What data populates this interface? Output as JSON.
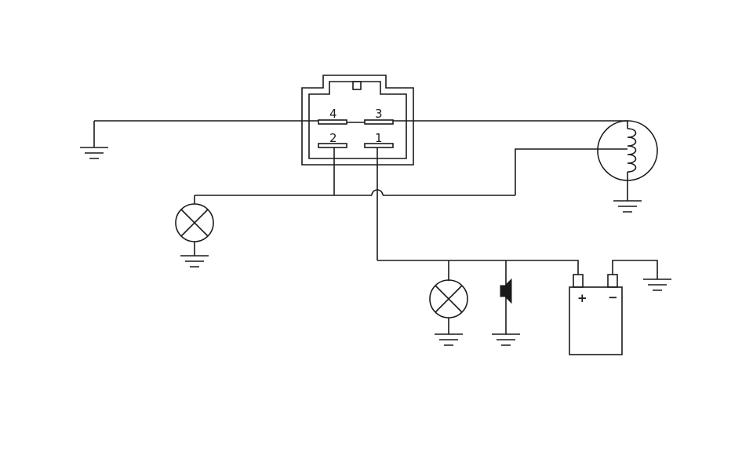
{
  "connector": {
    "pins": [
      {
        "id": "pin-4",
        "label": "4"
      },
      {
        "id": "pin-3",
        "label": "3"
      },
      {
        "id": "pin-2",
        "label": "2"
      },
      {
        "id": "pin-1",
        "label": "1"
      }
    ]
  },
  "battery": {
    "positive_label": "+",
    "negative_label": "−"
  },
  "colors": {
    "line": "#1a1a1a",
    "background": "#ffffff"
  },
  "icons": [
    "connector-icon",
    "coil-icon",
    "lamp-icon",
    "horn-icon",
    "battery-icon",
    "ground-icon"
  ]
}
